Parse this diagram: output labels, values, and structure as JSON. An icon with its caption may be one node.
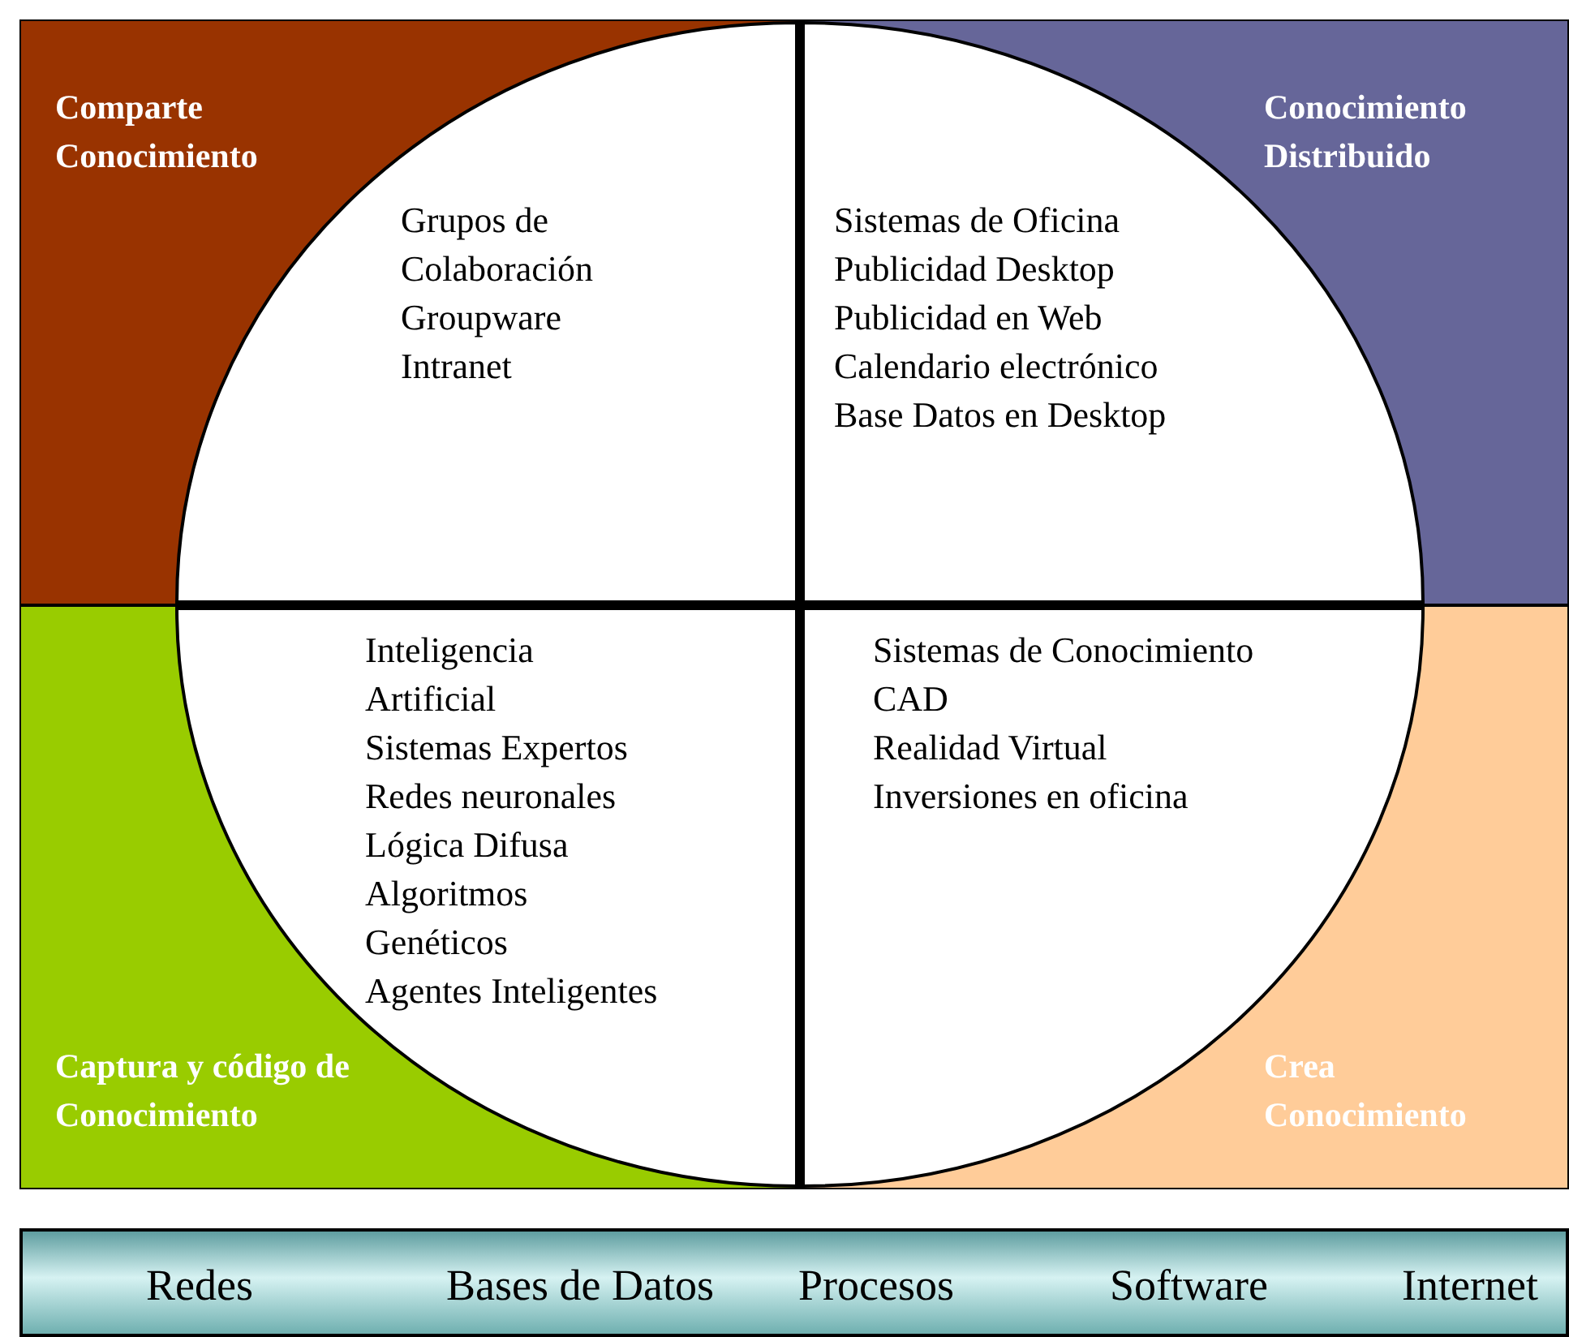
{
  "diagram": {
    "nodes": [
      {
        "text": [
          "Comparte Conocimiento"
        ]
      },
      {
        "text": [
          "Conocimiento Distribuido"
        ]
      },
      {
        "text": [
          "Captura y código de Conocimiento"
        ]
      },
      {
        "text": [
          "Crea Conocimiento"
        ]
      },
      {
        "text": [
          "Grupos de Colaboración",
          "Groupware",
          "Intranet"
        ],
        "in": 0
      },
      {
        "text": [
          "Sistemas de Oficina",
          "Publicidad Desktop",
          "Publicidad en Web",
          "Calendario electrónico",
          "Base Datos en Desktop"
        ],
        "in": 1
      },
      {
        "text": [
          "Inteligencia Artificial",
          "Sistemas Expertos",
          "Redes neuronales",
          "Lógica Difusa",
          "Algoritmos Genéticos",
          "Agentes Inteligentes"
        ],
        "in": 2
      },
      {
        "text": [
          "Sistemas de Conocimiento",
          "CAD",
          "Realidad Virtual",
          "Inversiones en oficina"
        ],
        "in": 3
      },
      {
        "text": [
          "Redes",
          "Bases de Datos",
          "Procesos",
          "Software",
          "Internet"
        ]
      }
    ]
  }
}
